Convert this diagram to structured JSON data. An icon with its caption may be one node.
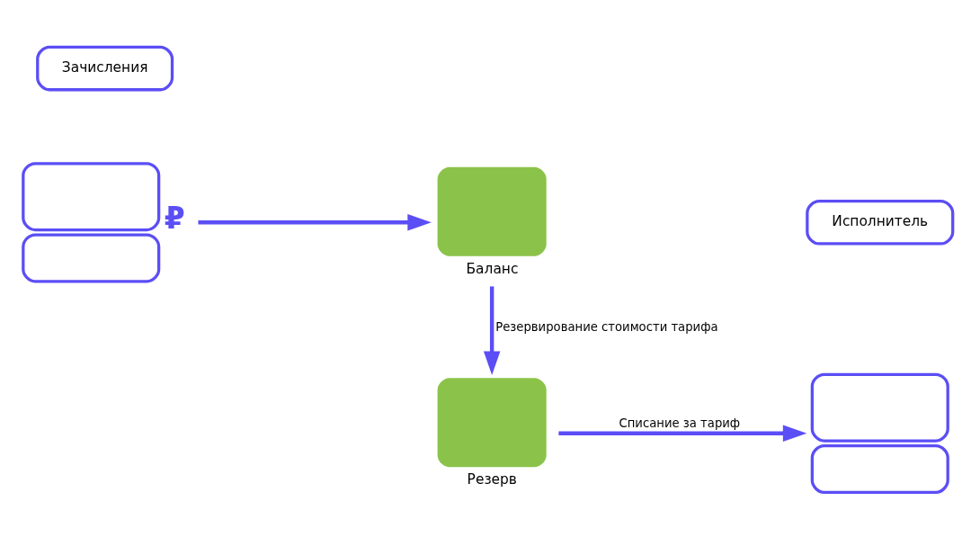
{
  "diagram": {
    "nodes": [
      {
        "text": [
          "Зачисления"
        ]
      },
      {
        "text": [],
        "shape": "person",
        "beside": [
          "₽"
        ]
      },
      {
        "text": [
          "Баланс"
        ]
      },
      {
        "text": [
          "Резерв"
        ]
      },
      {
        "text": [
          "Исполнитель"
        ]
      },
      {
        "text": [],
        "shape": "person"
      }
    ],
    "edges": [
      {
        "from": 1,
        "to": 2,
        "arrow": "to"
      },
      {
        "from": 2,
        "to": 3,
        "arrow": "to",
        "label": "Резервирование стоимости тарифа"
      },
      {
        "from": 3,
        "to": 5,
        "arrow": "to",
        "label": "Списание за тариф"
      }
    ]
  }
}
